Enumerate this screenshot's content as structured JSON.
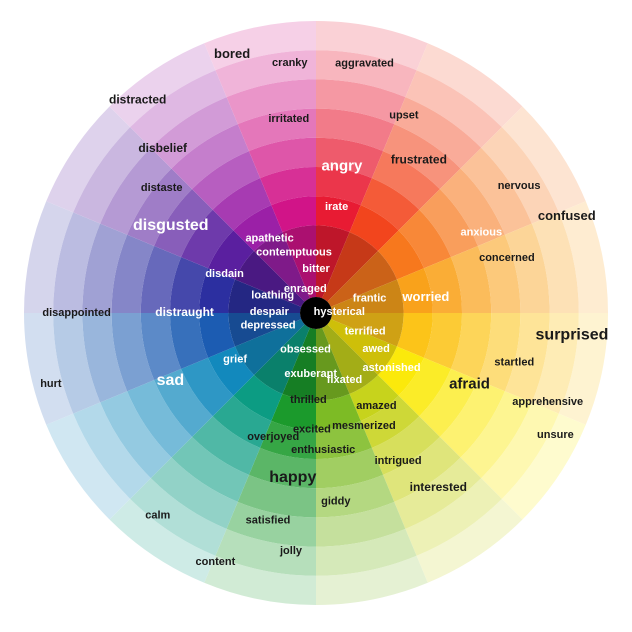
{
  "wheel": {
    "sectors": [
      {
        "name": "red",
        "color": "#e81b33"
      },
      {
        "name": "red-orange",
        "color": "#f2451d"
      },
      {
        "name": "orange",
        "color": "#f7781d"
      },
      {
        "name": "amber",
        "color": "#f9a21b"
      },
      {
        "name": "yellow-orange",
        "color": "#fcc419"
      },
      {
        "name": "yellow",
        "color": "#fbe90b"
      },
      {
        "name": "yellow-green",
        "color": "#c7d31c"
      },
      {
        "name": "light-green",
        "color": "#7dbb25"
      },
      {
        "name": "green",
        "color": "#1b9a2c"
      },
      {
        "name": "teal",
        "color": "#0c9c83"
      },
      {
        "name": "cyan",
        "color": "#1289bd"
      },
      {
        "name": "blue",
        "color": "#1c5cb2"
      },
      {
        "name": "indigo",
        "color": "#2c2fa0"
      },
      {
        "name": "violet",
        "color": "#5a1f9f"
      },
      {
        "name": "purple",
        "color": "#9b20a7"
      },
      {
        "name": "magenta",
        "color": "#d11488"
      }
    ],
    "center_color": "#000000",
    "labels": [
      {
        "text": "bored",
        "angle": -108,
        "r": 0.93,
        "size": 13,
        "tone": "dark"
      },
      {
        "text": "distracted",
        "angle": -130,
        "r": 0.95,
        "size": 12,
        "tone": "dark"
      },
      {
        "text": "cranky",
        "angle": -96,
        "r": 0.86,
        "size": 11,
        "tone": "dark"
      },
      {
        "text": "aggravated",
        "angle": -79,
        "r": 0.87,
        "size": 11,
        "tone": "dark"
      },
      {
        "text": "upset",
        "angle": -66,
        "r": 0.74,
        "size": 11,
        "tone": "dark"
      },
      {
        "text": "irritated",
        "angle": -98,
        "r": 0.67,
        "size": 11,
        "tone": "dark"
      },
      {
        "text": "frustrated",
        "angle": -56,
        "r": 0.63,
        "size": 12,
        "tone": "dark"
      },
      {
        "text": "disbelief",
        "angle": -133,
        "r": 0.77,
        "size": 12,
        "tone": "dark"
      },
      {
        "text": "distaste",
        "angle": -141,
        "r": 0.68,
        "size": 11,
        "tone": "dark"
      },
      {
        "text": "angry",
        "angle": -80,
        "r": 0.51,
        "size": 15,
        "tone": "light"
      },
      {
        "text": "irate",
        "angle": -79,
        "r": 0.37,
        "size": 11,
        "tone": "light"
      },
      {
        "text": "disgusted",
        "angle": -149,
        "r": 0.58,
        "size": 16,
        "tone": "light"
      },
      {
        "text": "nervous",
        "angle": -32,
        "r": 0.82,
        "size": 11,
        "tone": "dark"
      },
      {
        "text": "confused",
        "angle": -21,
        "r": 0.92,
        "size": 13,
        "tone": "dark"
      },
      {
        "text": "anxious",
        "angle": -26,
        "r": 0.63,
        "size": 11,
        "tone": "light"
      },
      {
        "text": "concerned",
        "angle": -16,
        "r": 0.68,
        "size": 11,
        "tone": "dark"
      },
      {
        "text": "apathetic",
        "angle": -122,
        "r": 0.3,
        "size": 11,
        "tone": "light"
      },
      {
        "text": "disdain",
        "angle": -157,
        "r": 0.34,
        "size": 11,
        "tone": "light"
      },
      {
        "text": "contemptuous",
        "angle": -110,
        "r": 0.22,
        "size": 11,
        "tone": "light"
      },
      {
        "text": "bitter",
        "angle": -90,
        "r": 0.15,
        "size": 11,
        "tone": "light"
      },
      {
        "text": "loathing",
        "angle": -158,
        "r": 0.16,
        "size": 11,
        "tone": "light"
      },
      {
        "text": "enraged",
        "angle": -114,
        "r": 0.09,
        "size": 11,
        "tone": "light"
      },
      {
        "text": "frantic",
        "angle": -15,
        "r": 0.19,
        "size": 11,
        "tone": "light"
      },
      {
        "text": "worried",
        "angle": -8,
        "r": 0.38,
        "size": 13,
        "tone": "light"
      },
      {
        "text": "disappointed",
        "angle": 180,
        "r": 0.82,
        "size": 11,
        "tone": "dark"
      },
      {
        "text": "distraught",
        "angle": 180,
        "r": 0.45,
        "size": 12,
        "tone": "light"
      },
      {
        "text": "despair",
        "angle": -179,
        "r": 0.16,
        "size": 11,
        "tone": "light"
      },
      {
        "text": "hysterical",
        "angle": -2,
        "r": 0.08,
        "size": 11,
        "tone": "light"
      },
      {
        "text": "surprised",
        "angle": 5,
        "r": 0.88,
        "size": 16,
        "tone": "dark"
      },
      {
        "text": "depressed",
        "angle": 165,
        "r": 0.17,
        "size": 11,
        "tone": "light"
      },
      {
        "text": "terrified",
        "angle": 21,
        "r": 0.18,
        "size": 11,
        "tone": "light"
      },
      {
        "text": "obsessed",
        "angle": 106,
        "r": 0.13,
        "size": 11,
        "tone": "light"
      },
      {
        "text": "awed",
        "angle": 31,
        "r": 0.24,
        "size": 11,
        "tone": "light"
      },
      {
        "text": "startled",
        "angle": 14,
        "r": 0.7,
        "size": 11,
        "tone": "dark"
      },
      {
        "text": "hurt",
        "angle": 165,
        "r": 0.94,
        "size": 11,
        "tone": "dark"
      },
      {
        "text": "exuberant",
        "angle": 95,
        "r": 0.21,
        "size": 11,
        "tone": "light"
      },
      {
        "text": "astonished",
        "angle": 36,
        "r": 0.32,
        "size": 11,
        "tone": "light"
      },
      {
        "text": "grief",
        "angle": 150,
        "r": 0.32,
        "size": 11,
        "tone": "light"
      },
      {
        "text": "sad",
        "angle": 155,
        "r": 0.55,
        "size": 16,
        "tone": "light"
      },
      {
        "text": "afraid",
        "angle": 25,
        "r": 0.58,
        "size": 15,
        "tone": "dark"
      },
      {
        "text": "fixated",
        "angle": 67,
        "r": 0.25,
        "size": 11,
        "tone": "light"
      },
      {
        "text": "thrilled",
        "angle": 95,
        "r": 0.3,
        "size": 11,
        "tone": "dark"
      },
      {
        "text": "apprehensive",
        "angle": 21,
        "r": 0.85,
        "size": 11,
        "tone": "dark"
      },
      {
        "text": "amazed",
        "angle": 57,
        "r": 0.38,
        "size": 11,
        "tone": "dark"
      },
      {
        "text": "unsure",
        "angle": 27,
        "r": 0.92,
        "size": 11,
        "tone": "dark"
      },
      {
        "text": "excited",
        "angle": 92,
        "r": 0.4,
        "size": 11,
        "tone": "dark"
      },
      {
        "text": "mesmerized",
        "angle": 67,
        "r": 0.42,
        "size": 11,
        "tone": "dark"
      },
      {
        "text": "overjoyed",
        "angle": 109,
        "r": 0.45,
        "size": 11,
        "tone": "dark"
      },
      {
        "text": "enthusiastic",
        "angle": 87,
        "r": 0.47,
        "size": 11,
        "tone": "dark"
      },
      {
        "text": "intrigued",
        "angle": 61,
        "r": 0.58,
        "size": 11,
        "tone": "dark"
      },
      {
        "text": "happy",
        "angle": 98,
        "r": 0.57,
        "size": 16,
        "tone": "dark"
      },
      {
        "text": "interested",
        "angle": 55,
        "r": 0.73,
        "size": 12,
        "tone": "dark"
      },
      {
        "text": "giddy",
        "angle": 84,
        "r": 0.65,
        "size": 11,
        "tone": "dark"
      },
      {
        "text": "calm",
        "angle": 128,
        "r": 0.88,
        "size": 11,
        "tone": "dark"
      },
      {
        "text": "satisfied",
        "angle": 103,
        "r": 0.73,
        "size": 11,
        "tone": "dark"
      },
      {
        "text": "jolly",
        "angle": 96,
        "r": 0.82,
        "size": 11,
        "tone": "dark"
      },
      {
        "text": "content",
        "angle": 112,
        "r": 0.92,
        "size": 11,
        "tone": "dark"
      }
    ]
  }
}
